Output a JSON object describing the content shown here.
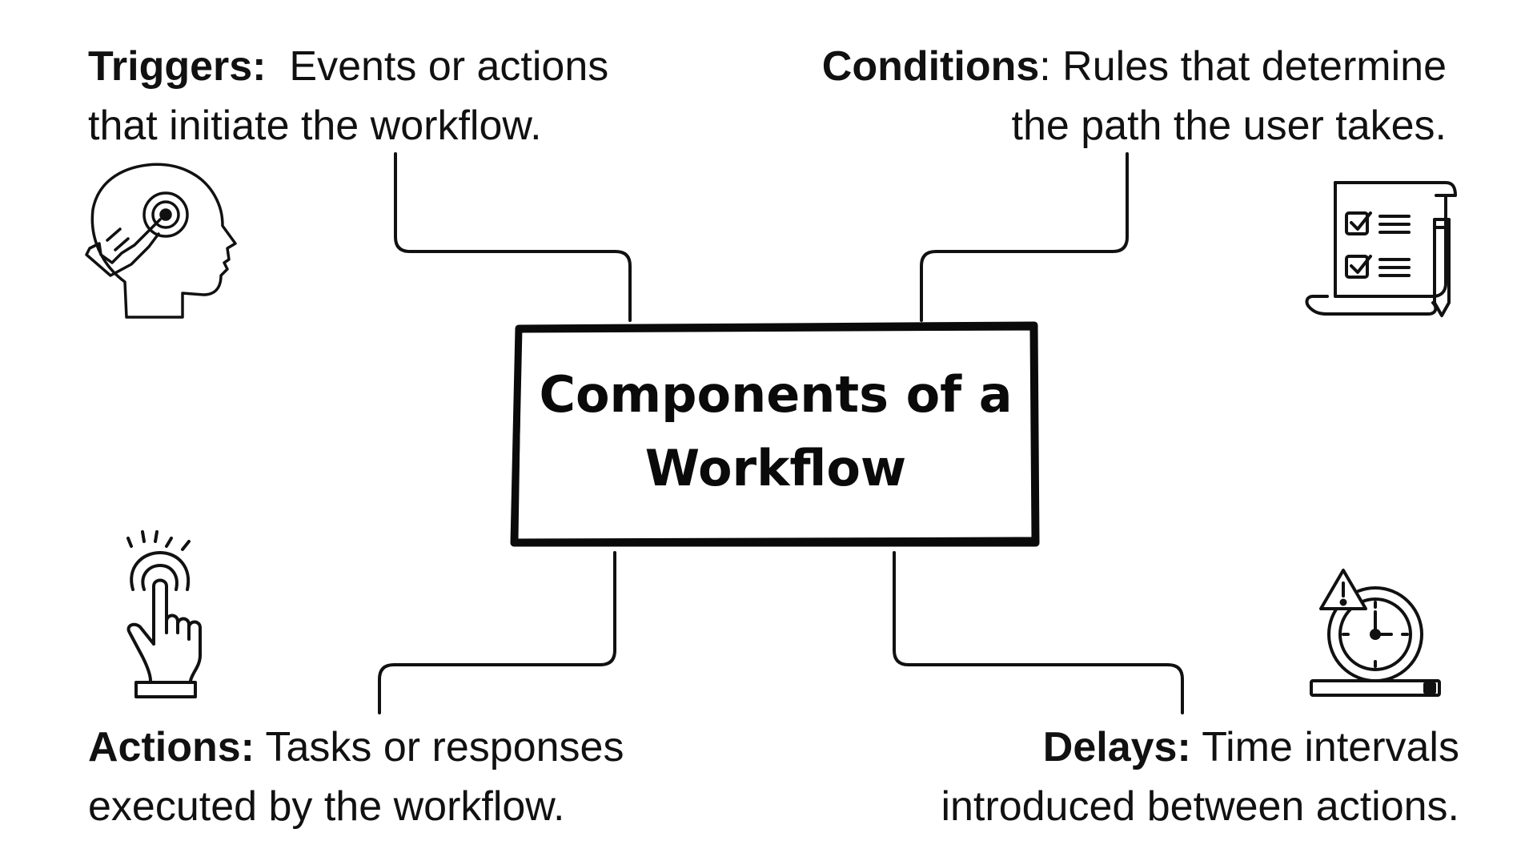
{
  "center": {
    "line1": "Components of a",
    "line2": "Workflow"
  },
  "components": {
    "triggers": {
      "term": "Triggers:",
      "desc_line1": "Events or actions",
      "desc_line2": "that initiate the workflow.",
      "icon": "head-touch-icon"
    },
    "conditions": {
      "term": "Conditions",
      "sep": ":",
      "desc_line1": " Rules that determine",
      "desc_line2": "the path the user takes.",
      "icon": "checklist-scroll-icon"
    },
    "actions": {
      "term": "Actions:",
      "desc_line1": " Tasks or responses",
      "desc_line2": "executed by the workflow.",
      "icon": "tap-gesture-icon"
    },
    "delays": {
      "term": "Delays:",
      "desc_line1": " Time intervals",
      "desc_line2": "introduced between actions.",
      "icon": "clock-warning-icon"
    }
  },
  "colors": {
    "ink": "#111111",
    "background": "#ffffff"
  }
}
